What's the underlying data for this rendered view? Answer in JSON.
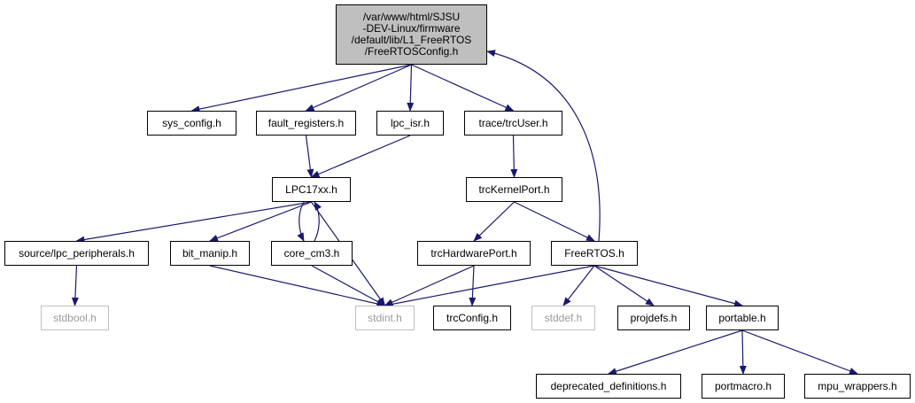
{
  "colors": {
    "edge": "#191970",
    "root_fill": "#bfbfbf",
    "system_border": "#bfbfbf",
    "system_text": "#9a9a9a"
  },
  "root": {
    "label": "/var/www/html/SJSU\n-DEV-Linux/firmware\n/default/lib/L1_FreeRTOS\n/FreeRTOSConfig.h"
  },
  "nodes": {
    "sys_config": "sys_config.h",
    "fault_registers": "fault_registers.h",
    "lpc_isr": "lpc_isr.h",
    "trc_user": "trace/trcUser.h",
    "lpc17xx": "LPC17xx.h",
    "trc_kernel_port": "trcKernelPort.h",
    "lpc_peripherals": "source/lpc_peripherals.h",
    "bit_manip": "bit_manip.h",
    "core_cm3": "core_cm3.h",
    "trc_hardware_port": "trcHardwarePort.h",
    "freertos": "FreeRTOS.h",
    "stdbool": "stdbool.h",
    "stdint": "stdint.h",
    "trc_config": "trcConfig.h",
    "stddef": "stddef.h",
    "projdefs": "projdefs.h",
    "portable": "portable.h",
    "deprecated_definitions": "deprecated_definitions.h",
    "portmacro": "portmacro.h",
    "mpu_wrappers": "mpu_wrappers.h"
  },
  "edges": [
    [
      "root",
      "sys_config"
    ],
    [
      "root",
      "fault_registers"
    ],
    [
      "root",
      "lpc_isr"
    ],
    [
      "root",
      "trc_user"
    ],
    [
      "fault_registers",
      "lpc17xx"
    ],
    [
      "lpc_isr",
      "lpc17xx"
    ],
    [
      "trc_user",
      "trc_kernel_port"
    ],
    [
      "lpc17xx",
      "lpc_peripherals"
    ],
    [
      "lpc17xx",
      "bit_manip"
    ],
    [
      "lpc17xx",
      "core_cm3"
    ],
    [
      "lpc17xx",
      "stdint"
    ],
    [
      "core_cm3",
      "lpc17xx"
    ],
    [
      "core_cm3",
      "stdint"
    ],
    [
      "bit_manip",
      "stdint"
    ],
    [
      "lpc_peripherals",
      "stdbool"
    ],
    [
      "trc_kernel_port",
      "trc_hardware_port"
    ],
    [
      "trc_kernel_port",
      "freertos"
    ],
    [
      "trc_hardware_port",
      "stdint"
    ],
    [
      "trc_hardware_port",
      "trc_config"
    ],
    [
      "freertos",
      "root"
    ],
    [
      "freertos",
      "stdint"
    ],
    [
      "freertos",
      "stddef"
    ],
    [
      "freertos",
      "projdefs"
    ],
    [
      "freertos",
      "portable"
    ],
    [
      "portable",
      "deprecated_definitions"
    ],
    [
      "portable",
      "portmacro"
    ],
    [
      "portable",
      "mpu_wrappers"
    ]
  ]
}
